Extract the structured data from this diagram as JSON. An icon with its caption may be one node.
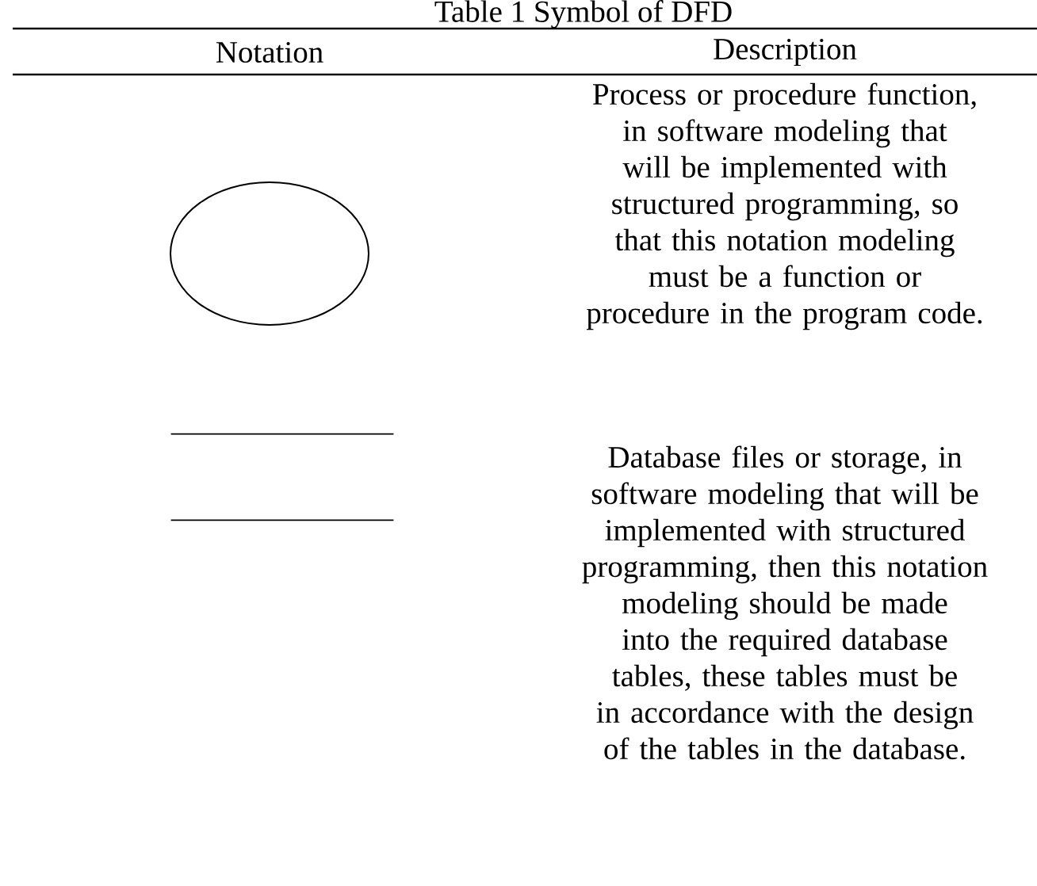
{
  "diagram": {
    "title": "Table 1 Symbol of DFD",
    "nodes": [
      {
        "text": [],
        "shape": "ellipse"
      },
      {
        "text": [],
        "shape": "lines"
      }
    ],
    "labels": [
      "Notation",
      "Description",
      "Process or procedure function, in software modeling that will be implemented with structured programming, so that this notation modeling must be a function or procedure in the program code.",
      "Database files or storage, in software modeling that will be implemented with structured programming, then this notation modeling should be made into the required database tables, these tables must be in accordance with the design of the tables in the database."
    ]
  }
}
